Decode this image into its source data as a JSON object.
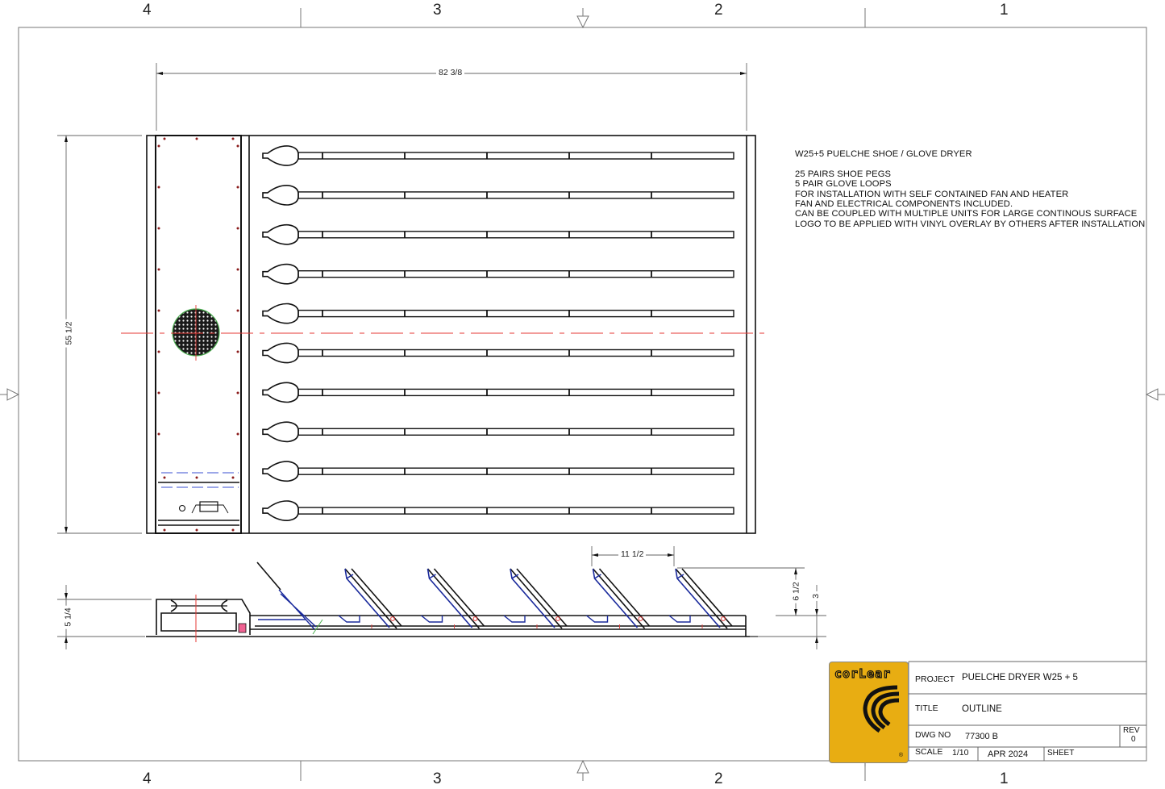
{
  "sheet": {
    "zones_top": [
      "4",
      "3",
      "2",
      "1"
    ],
    "zones_bottom": [
      "4",
      "3",
      "2",
      "1"
    ]
  },
  "notes": {
    "title": "W25+5 PUELCHE SHOE / GLOVE DRYER",
    "lines": [
      "25 PAIRS SHOE PEGS",
      "5 PAIR GLOVE LOOPS",
      "FOR INSTALLATION WITH SELF CONTAINED FAN AND HEATER",
      "FAN AND ELECTRICAL COMPONENTS INCLUDED.",
      "CAN BE COUPLED WITH MULTIPLE UNITS FOR LARGE CONTINOUS SURFACE",
      "LOGO TO BE APPLIED WITH VINYL OVERLAY BY OTHERS AFTER INSTALLATION"
    ]
  },
  "dimensions": {
    "overall_width": "82 3/8",
    "overall_height": "55 1/2",
    "peg_spacing": "11 1/2",
    "peg_rise": "6 1/2",
    "base_height": "3",
    "fan_box_height": "5 1/4"
  },
  "drawing": {
    "peg_rows": 10,
    "side_view_pegs": 6,
    "colors": {
      "line": "#111111",
      "centerline": "#e53935",
      "hidden": "#1a2a9c",
      "fan_ring": "#4caf50",
      "logo_bg": "#e8ad12",
      "heater": "#f06292"
    }
  },
  "title_block": {
    "logo_text": "corLear",
    "logo_reg": "®",
    "project_label": "PROJECT",
    "project_value": "PUELCHE DRYER W25 + 5",
    "title_label": "TITLE",
    "title_value": "OUTLINE",
    "dwg_label": "DWG NO",
    "dwg_value": "77300 B",
    "rev_label": "REV",
    "rev_value": "0",
    "scale_label": "SCALE",
    "scale_value": "1/10",
    "date_value": "APR 2024",
    "sheet_label": "SHEET"
  }
}
